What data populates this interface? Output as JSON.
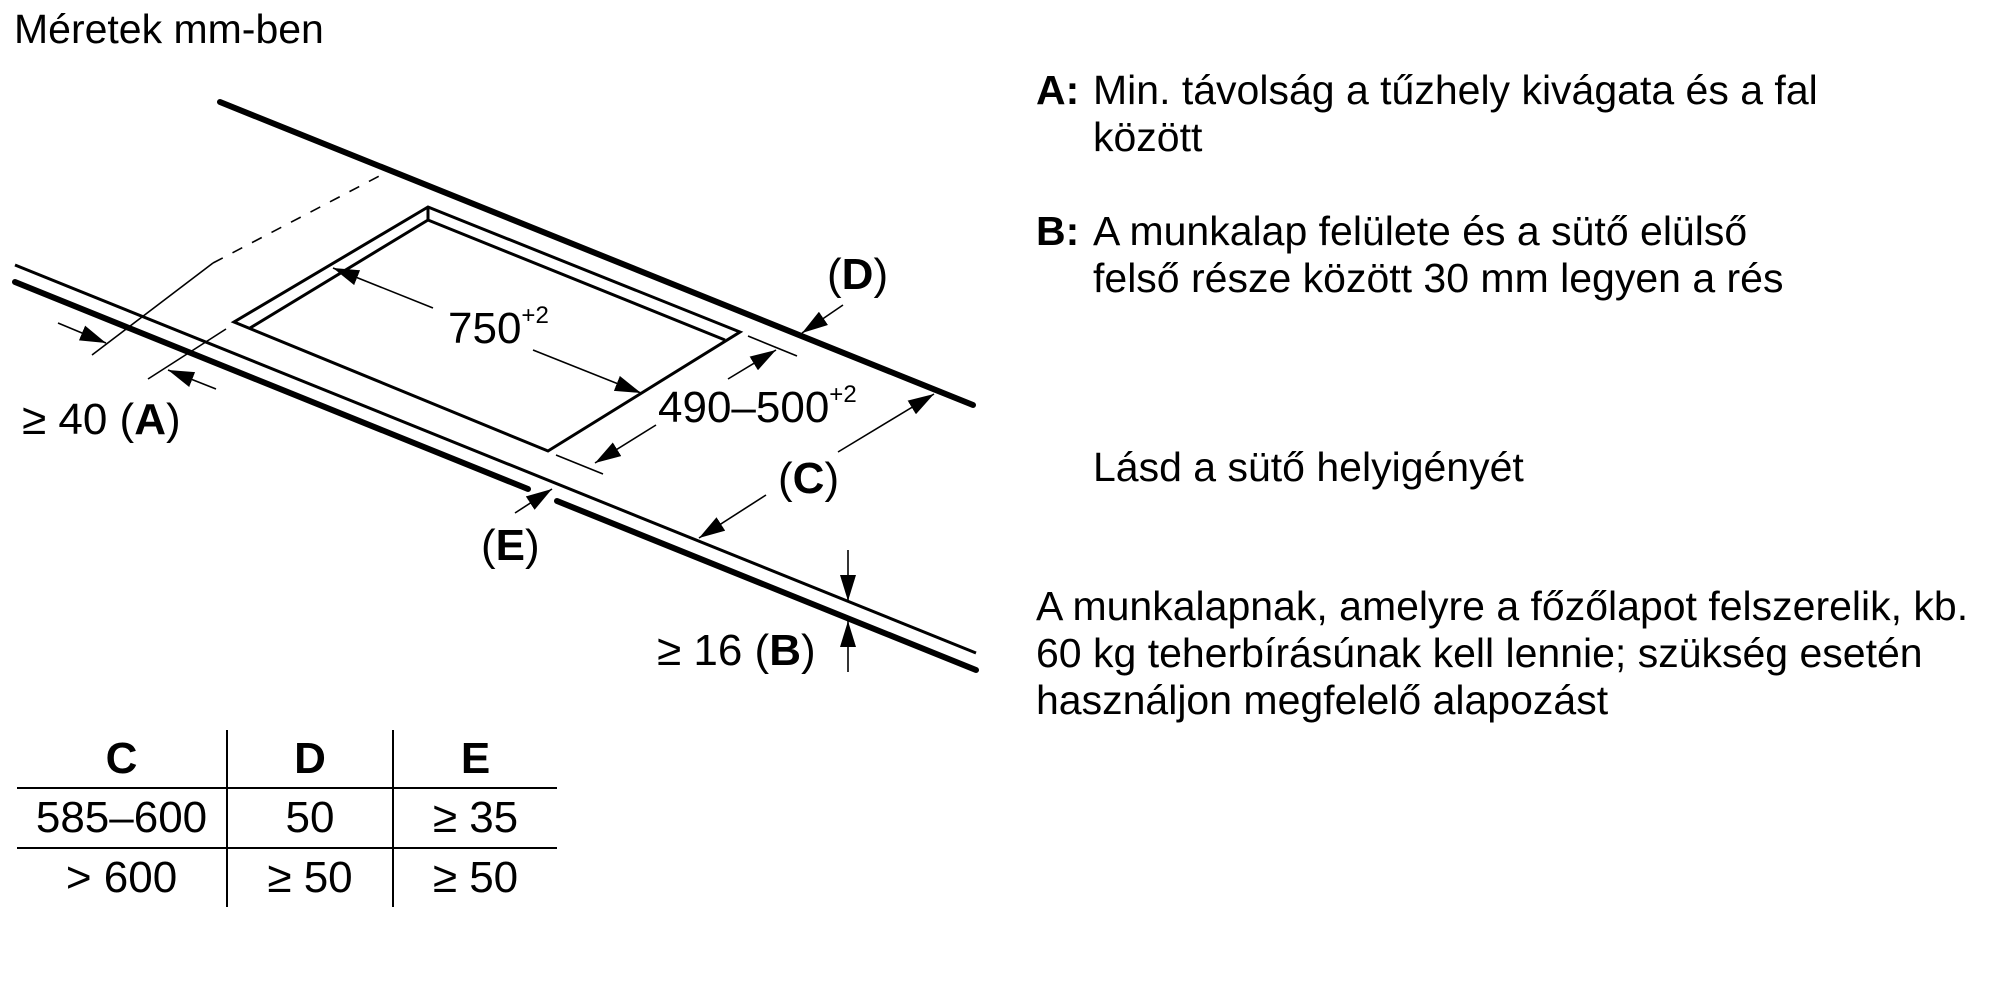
{
  "title": "Méretek mm-ben",
  "diagram": {
    "cutout_length": "750",
    "cutout_length_tol": "+2",
    "cutout_depth": "490–500",
    "cutout_depth_tol": "+2",
    "label_a_prefix": "≥ 40 (",
    "label_a_key": "A",
    "label_a_suffix": ")",
    "label_b_prefix": "≥ 16 (",
    "label_b_key": "B",
    "label_b_suffix": ")",
    "label_c_open": "(",
    "label_c_key": "C",
    "label_c_close": ")",
    "label_d_open": "(",
    "label_d_key": "D",
    "label_d_close": ")",
    "label_e_open": "(",
    "label_e_key": "E",
    "label_e_close": ")"
  },
  "table": {
    "headers": [
      "C",
      "D",
      "E"
    ],
    "rows": [
      [
        "585–600",
        "50",
        "≥ 35"
      ],
      [
        "> 600",
        "≥ 50",
        "≥ 50"
      ]
    ]
  },
  "legend": {
    "a_key": "A:",
    "a_line1": "Min. távolság a tűzhely kivágata és a fal",
    "a_line2": "között",
    "b_key": "B:",
    "b_line1": "A munkalap felülete és a sütő elülső",
    "b_line2": "felső része között 30 mm legyen a rés",
    "c_text": "Lásd a sütő helyigényét",
    "note": "A munkalapnak, amelyre a főzőlapot felszerelik, kb. 60 kg teherbírásúnak kell lennie; szükség esetén használjon megfelelő alapozást"
  },
  "colors": {
    "ink": "#000000",
    "background": "#ffffff"
  }
}
